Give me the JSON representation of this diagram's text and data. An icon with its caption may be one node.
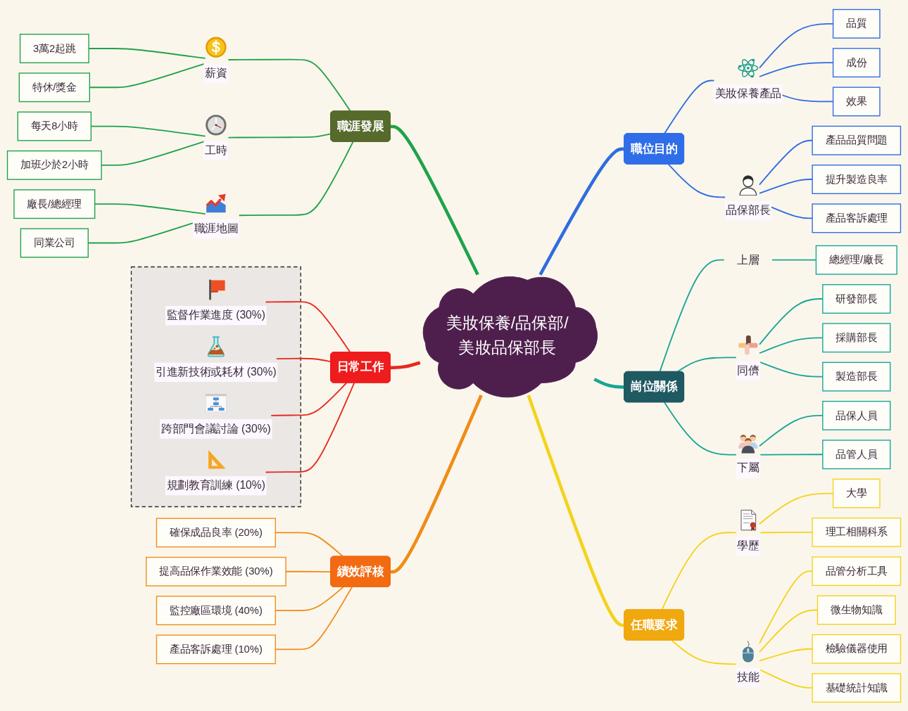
{
  "diagram": {
    "nodes": [
      {
        "text": [
          "美妝保養/品保部/美妝品保部長"
        ]
      },
      {
        "text": [
          "職涯發展"
        ]
      },
      {
        "text": [
          "薪資"
        ]
      },
      {
        "text": [
          "3萬2起跳"
        ]
      },
      {
        "text": [
          "特休/獎金"
        ]
      },
      {
        "text": [
          "工時"
        ]
      },
      {
        "text": [
          "每天8小時"
        ]
      },
      {
        "text": [
          "加班少於2小時"
        ]
      },
      {
        "text": [
          "職涯地圖"
        ]
      },
      {
        "text": [
          "廠長/總經理"
        ]
      },
      {
        "text": [
          "同業公司"
        ]
      },
      {
        "text": [
          "日常工作"
        ]
      },
      {
        "text": [],
        "shape": "box"
      },
      {
        "text": [
          "監督作業進度 (30%)"
        ],
        "in": 12
      },
      {
        "text": [
          "引進新技術或耗材 (30%)"
        ],
        "in": 12
      },
      {
        "text": [
          "跨部門會議討論 (30%)"
        ],
        "in": 12
      },
      {
        "text": [
          "規劃教育訓練 (10%)"
        ],
        "in": 12
      },
      {
        "text": [
          "績效評核"
        ]
      },
      {
        "text": [
          "確保成品良率 (20%)"
        ]
      },
      {
        "text": [
          "提高品保作業效能 (30%)"
        ]
      },
      {
        "text": [
          "監控廠區環境 (40%)"
        ]
      },
      {
        "text": [
          "產品客訴處理 (10%)"
        ]
      },
      {
        "text": [
          "職位目的"
        ]
      },
      {
        "text": [
          "美妝保養產品"
        ]
      },
      {
        "text": [
          "品質"
        ]
      },
      {
        "text": [
          "成份"
        ]
      },
      {
        "text": [
          "效果"
        ]
      },
      {
        "text": [
          "品保部長"
        ]
      },
      {
        "text": [
          "產品品質問題"
        ]
      },
      {
        "text": [
          "提升製造良率"
        ]
      },
      {
        "text": [
          "產品客訴處理"
        ]
      },
      {
        "text": [
          "崗位關係"
        ]
      },
      {
        "text": [
          "上層"
        ]
      },
      {
        "text": [
          "總經理/廠長"
        ]
      },
      {
        "text": [
          "同儕"
        ]
      },
      {
        "text": [
          "研發部長"
        ]
      },
      {
        "text": [
          "採購部長"
        ]
      },
      {
        "text": [
          "製造部長"
        ]
      },
      {
        "text": [
          "下屬"
        ]
      },
      {
        "text": [
          "品保人員"
        ]
      },
      {
        "text": [
          "品管人員"
        ]
      },
      {
        "text": [
          "任職要求"
        ]
      },
      {
        "text": [
          "學歷"
        ]
      },
      {
        "text": [
          "大學"
        ]
      },
      {
        "text": [
          "理工相關科系"
        ]
      },
      {
        "text": [
          "技能"
        ]
      },
      {
        "text": [
          "品管分析工具"
        ]
      },
      {
        "text": [
          "微生物知識"
        ]
      },
      {
        "text": [
          "檢驗儀器使用"
        ]
      },
      {
        "text": [
          "基礎統計知識"
        ]
      }
    ],
    "edges": [
      {
        "from": 1,
        "to": 0,
        "arrow": "none",
        "style": "thick",
        "color": "#1fa24a"
      },
      {
        "from": 2,
        "to": 1,
        "arrow": "none",
        "color": "#1fa24a"
      },
      {
        "from": 3,
        "to": 2,
        "arrow": "none",
        "color": "#1fa24a"
      },
      {
        "from": 4,
        "to": 2,
        "arrow": "none",
        "color": "#1fa24a"
      },
      {
        "from": 5,
        "to": 1,
        "arrow": "none",
        "color": "#1fa24a"
      },
      {
        "from": 6,
        "to": 5,
        "arrow": "none",
        "color": "#1fa24a"
      },
      {
        "from": 7,
        "to": 5,
        "arrow": "none",
        "color": "#1fa24a"
      },
      {
        "from": 8,
        "to": 1,
        "arrow": "none",
        "color": "#1fa24a"
      },
      {
        "from": 9,
        "to": 8,
        "arrow": "none",
        "color": "#1fa24a"
      },
      {
        "from": 10,
        "to": 8,
        "arrow": "none",
        "color": "#1fa24a"
      },
      {
        "from": 11,
        "to": 0,
        "arrow": "none",
        "style": "thick",
        "color": "#e8281e"
      },
      {
        "from": 13,
        "to": 11,
        "arrow": "none",
        "color": "#e8281e"
      },
      {
        "from": 14,
        "to": 11,
        "arrow": "none",
        "color": "#e8281e"
      },
      {
        "from": 15,
        "to": 11,
        "arrow": "none",
        "color": "#e8281e"
      },
      {
        "from": 16,
        "to": 11,
        "arrow": "none",
        "color": "#e8281e"
      },
      {
        "from": 17,
        "to": 0,
        "arrow": "none",
        "style": "thick",
        "color": "#f08c16"
      },
      {
        "from": 18,
        "to": 17,
        "arrow": "none",
        "color": "#f08c16"
      },
      {
        "from": 19,
        "to": 17,
        "arrow": "none",
        "color": "#f08c16"
      },
      {
        "from": 20,
        "to": 17,
        "arrow": "none",
        "color": "#f08c16"
      },
      {
        "from": 21,
        "to": 17,
        "arrow": "none",
        "color": "#f08c16"
      },
      {
        "from": 0,
        "to": 22,
        "arrow": "none",
        "style": "thick",
        "color": "#2e6ce0"
      },
      {
        "from": 22,
        "to": 23,
        "arrow": "none",
        "color": "#2e6ce0"
      },
      {
        "from": 23,
        "to": 24,
        "arrow": "none",
        "color": "#2e6ce0"
      },
      {
        "from": 23,
        "to": 25,
        "arrow": "none",
        "color": "#2e6ce0"
      },
      {
        "from": 23,
        "to": 26,
        "arrow": "none",
        "color": "#2e6ce0"
      },
      {
        "from": 22,
        "to": 27,
        "arrow": "none",
        "color": "#2e6ce0"
      },
      {
        "from": 27,
        "to": 28,
        "arrow": "none",
        "color": "#2e6ce0"
      },
      {
        "from": 27,
        "to": 29,
        "arrow": "none",
        "color": "#2e6ce0"
      },
      {
        "from": 27,
        "to": 30,
        "arrow": "none",
        "color": "#2e6ce0"
      },
      {
        "from": 0,
        "to": 31,
        "arrow": "none",
        "style": "thick",
        "color": "#17a596"
      },
      {
        "from": 31,
        "to": 32,
        "arrow": "none",
        "color": "#17a596"
      },
      {
        "from": 32,
        "to": 33,
        "arrow": "none",
        "color": "#17a596"
      },
      {
        "from": 31,
        "to": 34,
        "arrow": "none",
        "color": "#17a596"
      },
      {
        "from": 34,
        "to": 35,
        "arrow": "none",
        "color": "#17a596"
      },
      {
        "from": 34,
        "to": 36,
        "arrow": "none",
        "color": "#17a596"
      },
      {
        "from": 34,
        "to": 37,
        "arrow": "none",
        "color": "#17a596"
      },
      {
        "from": 31,
        "to": 38,
        "arrow": "none",
        "color": "#17a596"
      },
      {
        "from": 38,
        "to": 39,
        "arrow": "none",
        "color": "#17a596"
      },
      {
        "from": 38,
        "to": 40,
        "arrow": "none",
        "color": "#17a596"
      },
      {
        "from": 0,
        "to": 41,
        "arrow": "none",
        "style": "thick",
        "color": "#f3d31b"
      },
      {
        "from": 41,
        "to": 42,
        "arrow": "none",
        "color": "#f3d31b"
      },
      {
        "from": 42,
        "to": 43,
        "arrow": "none",
        "color": "#f3d31b"
      },
      {
        "from": 42,
        "to": 44,
        "arrow": "none",
        "color": "#f3d31b"
      },
      {
        "from": 41,
        "to": 45,
        "arrow": "none",
        "color": "#f3d31b"
      },
      {
        "from": 45,
        "to": 46,
        "arrow": "none",
        "color": "#f3d31b"
      },
      {
        "from": 45,
        "to": 47,
        "arrow": "none",
        "color": "#f3d31b"
      },
      {
        "from": 45,
        "to": 48,
        "arrow": "none",
        "color": "#f3d31b"
      },
      {
        "from": 45,
        "to": 49,
        "arrow": "none",
        "color": "#f3d31b"
      }
    ]
  }
}
